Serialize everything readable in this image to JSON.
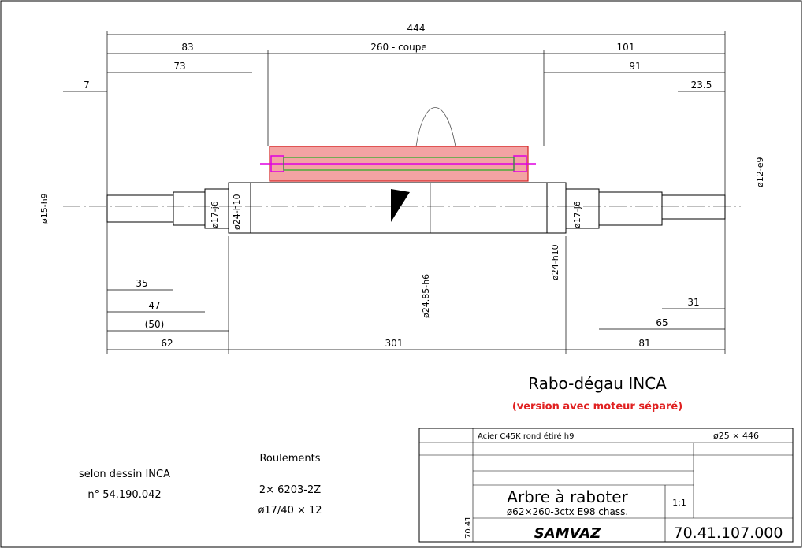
{
  "dims": {
    "overall": "444",
    "left_83": "83",
    "coupe": "260 - coupe",
    "right_101": "101",
    "left_73": "73",
    "right_91": "91",
    "left_7": "7",
    "right_23_5": "23.5",
    "left_35": "35",
    "right_31": "31",
    "left_47": "47",
    "right_65": "65",
    "left_62": "62",
    "right_81": "81",
    "left_50": "(50)",
    "center_301": "301"
  },
  "shaft_labels": {
    "d_left_end": "ø15-h9",
    "d_right_end": "ø12-e9",
    "d_bearing_left": "ø17-j6",
    "d_bearing_right": "ø17-j6",
    "d_body_left": "ø24-h10",
    "d_body_right": "ø24-h10",
    "d_center": "ø24.85-h6"
  },
  "title": {
    "main": "Rabo-dégau INCA",
    "sub": "(version avec moteur séparé)",
    "material": "Acier C45K rond étiré h9",
    "raw_size": "ø25 × 446",
    "part_name": "Arbre à raboter",
    "part_spec": "ø62×260-3ctx E98 chass.",
    "part_number": "70.41.107.000",
    "scale": "1:1",
    "brand": "SAMVAZ",
    "ref_small": "70.41"
  },
  "notes": {
    "bearings_title": "Roulements",
    "bearings_1": "2×    6203-2Z",
    "bearings_2": "ø17/40 × 12",
    "ref_1": "selon dessin INCA",
    "ref_2": "n° 54.190.042"
  }
}
